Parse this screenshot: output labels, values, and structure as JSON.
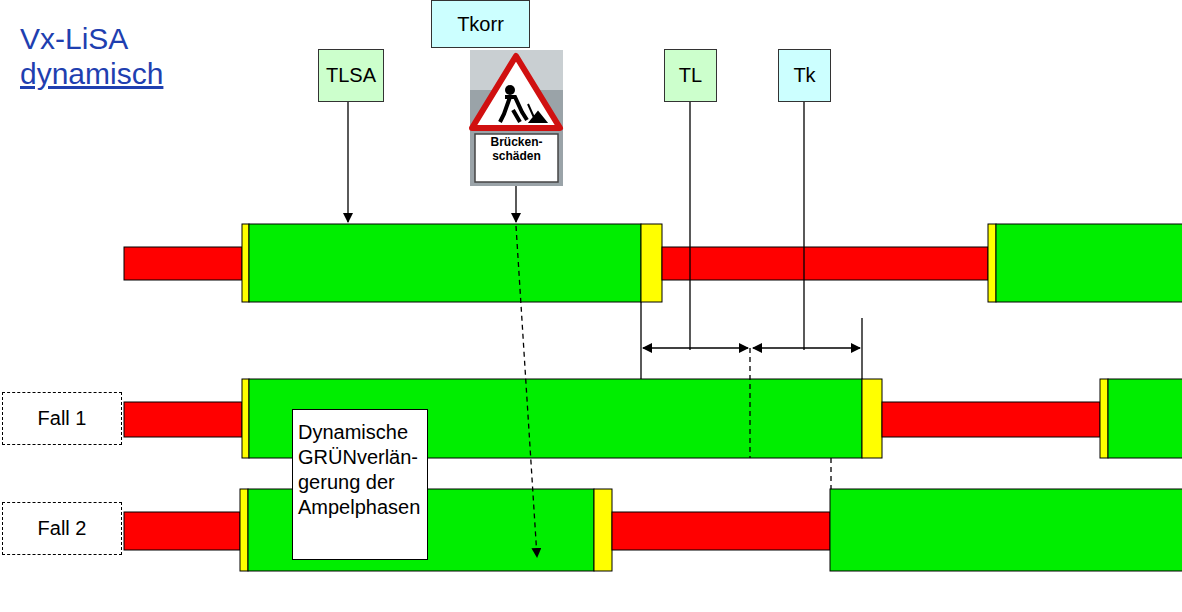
{
  "diagram": {
    "title": "Vx-LiSA",
    "nodes": [
      {
        "text": [
          "TLSA"
        ]
      },
      {
        "text": [
          "Tkorr"
        ]
      },
      {
        "text": [
          "TL"
        ]
      },
      {
        "text": [
          "Tk"
        ]
      },
      {
        "text": [
          "Fall 1"
        ]
      },
      {
        "text": [
          "Fall 2"
        ]
      },
      {
        "text": [
          "Dynamische GRÜNverlän- gerung der Ampelphasen"
        ]
      }
    ],
    "labels": [
      "dynamisch",
      "Brücken- schäden"
    ]
  }
}
